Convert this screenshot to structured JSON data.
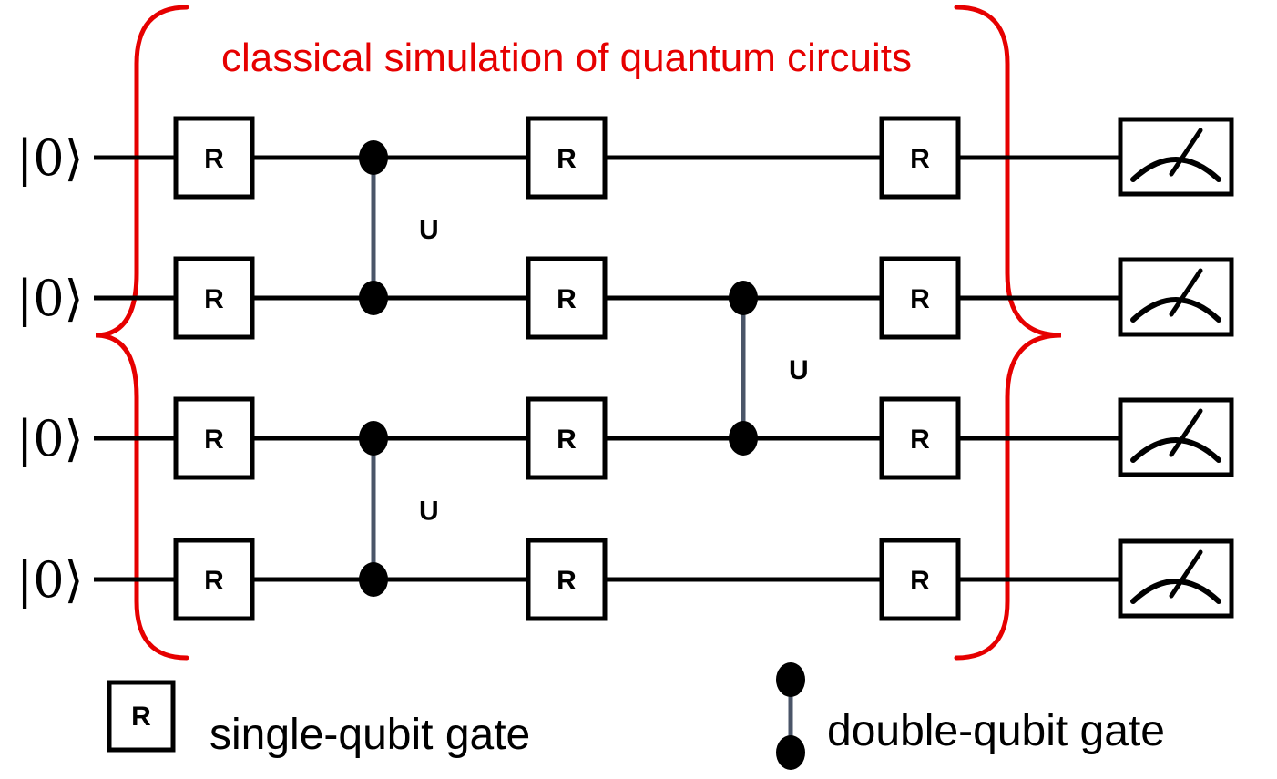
{
  "title": "classical simulation of quantum circuits",
  "initial_state_label": "|0⟩",
  "single_gate_label": "R",
  "two_qubit_gate_label": "U",
  "qubits": [
    {
      "initial": "|0⟩",
      "gates": [
        "R",
        "R",
        "R"
      ],
      "measured": true
    },
    {
      "initial": "|0⟩",
      "gates": [
        "R",
        "R",
        "R"
      ],
      "measured": true
    },
    {
      "initial": "|0⟩",
      "gates": [
        "R",
        "R",
        "R"
      ],
      "measured": true
    },
    {
      "initial": "|0⟩",
      "gates": [
        "R",
        "R",
        "R"
      ],
      "measured": true
    }
  ],
  "two_qubit_gates": [
    {
      "label": "U",
      "qubits": [
        1,
        2
      ]
    },
    {
      "label": "U",
      "qubits": [
        3,
        4
      ]
    },
    {
      "label": "U",
      "qubits": [
        2,
        3
      ]
    }
  ],
  "legend": {
    "single": {
      "symbol": "R",
      "text": "single-qubit gate"
    },
    "double": {
      "text": "double-qubit  gate"
    }
  },
  "colors": {
    "brace": "#e60000",
    "connector": "#4a5568",
    "ink": "#000000"
  }
}
